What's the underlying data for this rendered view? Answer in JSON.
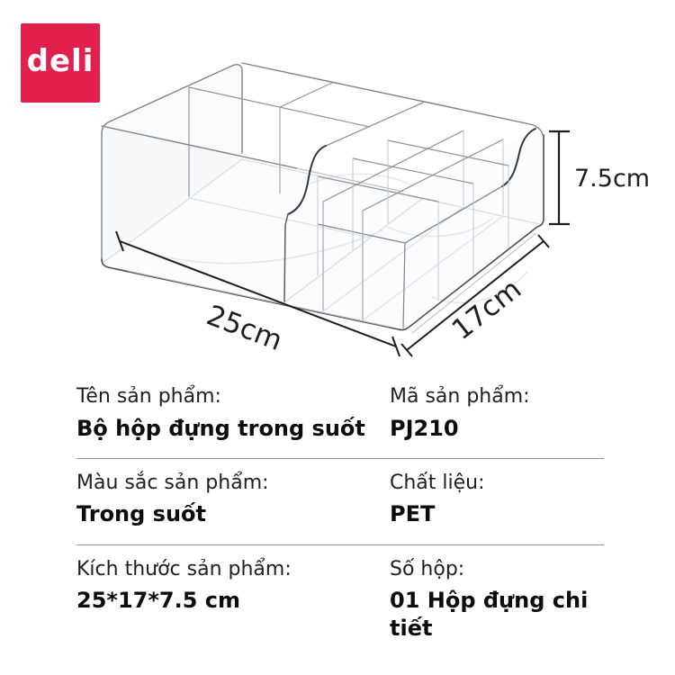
{
  "brand": {
    "logo_text": "deli",
    "logo_color": "#E1204D"
  },
  "diagram": {
    "width_label": "25cm",
    "depth_label": "17cm",
    "height_label": "7.5cm",
    "line_art": "transparent-organizer-box",
    "line_color": "#7a828a",
    "accent_line_color": "#33383d"
  },
  "specs": {
    "rows": [
      {
        "cells": [
          {
            "label": "Tên sản phẩm:",
            "value": "Bộ hộp đựng trong suốt"
          },
          {
            "label": "Mã sản phẩm:",
            "value": "PJ210"
          }
        ]
      },
      {
        "cells": [
          {
            "label": "Màu sắc sản phẩm:",
            "value": "Trong suốt"
          },
          {
            "label": "Chất liệu:",
            "value": "PET"
          }
        ]
      },
      {
        "cells": [
          {
            "label": "Kích thước sản phẩm:",
            "value": "25*17*7.5 cm"
          },
          {
            "label": "Số hộp:",
            "value": "01 Hộp đựng chi tiết"
          }
        ]
      }
    ]
  }
}
